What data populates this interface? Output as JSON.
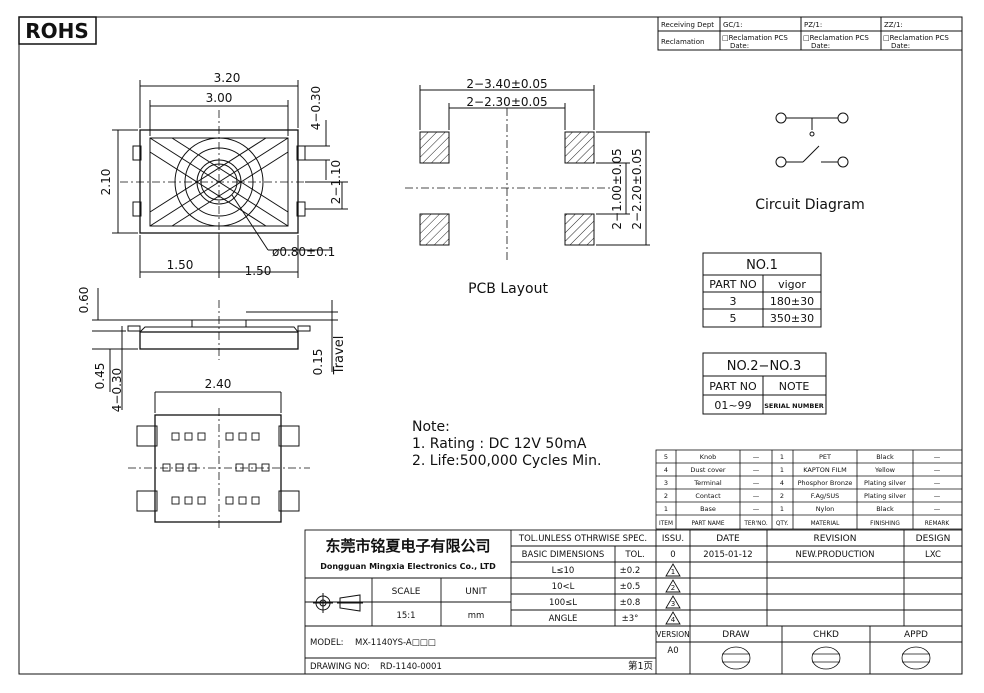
{
  "rohs": "ROHS",
  "header": {
    "receiving_dept": "Receiving Dept",
    "gc": "GC/1:",
    "pz": "PZ/1:",
    "zz": "ZZ/1:",
    "reclamation": "Reclamation",
    "reclamation_pcs": "□Reclamation  PCS",
    "date": "Date:"
  },
  "dims": {
    "w320": "3.20",
    "w300": "3.00",
    "d430": "4−0.30",
    "h210": "2.10",
    "d2110": "2−1.10",
    "dia": "ø0.80±0.1",
    "l150": "1.50",
    "r150": "1.50",
    "h060": "0.60",
    "h045": "0.45",
    "d4030": "4−0.30",
    "t015": "0.15",
    "travel": "Travel",
    "w240": "2.40",
    "p340": "2−3.40±0.05",
    "p230": "2−2.30±0.05",
    "p100": "2−1.00±0.05",
    "p220": "2−2.20±0.05"
  },
  "pcb_label": "PCB Layout",
  "circuit_label": "Circuit Diagram",
  "no1": {
    "title": "NO.1",
    "headers": [
      "PART NO",
      "vigor"
    ],
    "rows": [
      [
        "3",
        "180±30"
      ],
      [
        "5",
        "350±30"
      ]
    ]
  },
  "no2": {
    "title": "NO.2−NO.3",
    "headers": [
      "PART NO",
      "NOTE"
    ],
    "rows": [
      [
        "01~99",
        "SERIAL NUMBER"
      ]
    ]
  },
  "notes": {
    "title": "Note:",
    "line1": "1. Rating : DC 12V 50mA",
    "line2": "2. Life:500,000 Cycles Min."
  },
  "bom": {
    "rows": [
      [
        "5",
        "Knob",
        "—",
        "1",
        "PET",
        "Black",
        "—"
      ],
      [
        "4",
        "Dust cover",
        "—",
        "1",
        "KAPTON FILM",
        "Yellow",
        "—"
      ],
      [
        "3",
        "Terminal",
        "—",
        "4",
        "Phosphor Bronze",
        "Plating silver",
        "—"
      ],
      [
        "2",
        "Contact",
        "—",
        "2",
        "F.Ag/SUS",
        "Plating silver",
        "—"
      ],
      [
        "1",
        "Base",
        "—",
        "1",
        "Nylon",
        "Black",
        "—"
      ]
    ],
    "headers": [
      "ITEM",
      "PART NAME",
      "TER'NO.",
      "QTY.",
      "MATERIAL",
      "FINISHING",
      "REMARK"
    ]
  },
  "title_block": {
    "company_cn": "东莞市铭夏电子有限公司",
    "company_en": "Dongguan Mingxia Electronics Co., LTD",
    "tol_title": "TOL.UNLESS OTHRWISE SPEC.",
    "basic_dim": "BASIC DIMENSIONS",
    "tol": "TOL.",
    "tol_rows": [
      [
        "L≤10",
        "±0.2"
      ],
      [
        "10<L",
        "±0.5"
      ],
      [
        "100≤L",
        "±0.8"
      ],
      [
        "ANGLE",
        "±3°"
      ]
    ],
    "scale_label": "SCALE",
    "unit_label": "UNIT",
    "scale_value": "15:1",
    "unit_value": "mm",
    "issu": "ISSU.",
    "date_h": "DATE",
    "revision_h": "REVISION",
    "design_h": "DESIGN",
    "issu_value": "0",
    "date_value": "2015-01-12",
    "revision_value": "NEW.PRODUCTION",
    "design_value": "LXC",
    "tri_labels": [
      "1",
      "2",
      "3",
      "4"
    ],
    "version_h": "VERSION",
    "version_value": "A0",
    "draw_h": "DRAW",
    "chkd_h": "CHKD",
    "appd_h": "APPD",
    "model_label": "MODEL:",
    "model_value": "MX-1140YS-A□□□",
    "drawing_label": "DRAWING NO:",
    "drawing_value": "RD-1140-0001",
    "page": "第1页"
  }
}
